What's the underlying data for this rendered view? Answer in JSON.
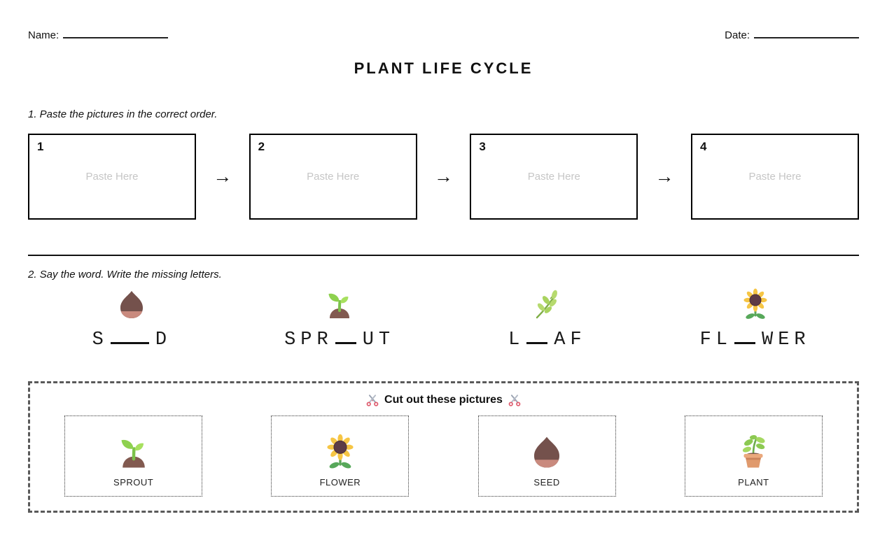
{
  "header": {
    "name_label": "Name:",
    "date_label": "Date:"
  },
  "title": "PLANT LIFE CYCLE",
  "section1": {
    "instruction": "1. Paste the pictures in the correct order.",
    "arrow": "→",
    "boxes": [
      {
        "number": "1",
        "placeholder": "Paste Here"
      },
      {
        "number": "2",
        "placeholder": "Paste Here"
      },
      {
        "number": "3",
        "placeholder": "Paste Here"
      },
      {
        "number": "4",
        "placeholder": "Paste Here"
      }
    ]
  },
  "section2": {
    "instruction": "2. Say the word. Write the missing letters.",
    "words": [
      {
        "icon": "seed-icon",
        "pre": "S",
        "missing_count": 2,
        "post": "D"
      },
      {
        "icon": "sprout-icon",
        "pre": "SPR",
        "missing_count": 1,
        "post": "UT"
      },
      {
        "icon": "leaf-icon",
        "pre": "L",
        "missing_count": 1,
        "post": "AF"
      },
      {
        "icon": "flower-icon",
        "pre": "FL",
        "missing_count": 1,
        "post": "WER"
      }
    ]
  },
  "cutout": {
    "heading": "Cut out these pictures",
    "scissors_icon": "scissors-icon",
    "cards": [
      {
        "icon": "sprout-icon",
        "label": "SPROUT"
      },
      {
        "icon": "flower-icon",
        "label": "FLOWER"
      },
      {
        "icon": "seed-icon",
        "label": "SEED"
      },
      {
        "icon": "plant-icon",
        "label": "PLANT"
      }
    ]
  },
  "colors": {
    "ink": "#111111",
    "placeholder_text": "#c6c6c6",
    "dashed_border": "#5a5a5a",
    "seed_brown": "#6e4c47",
    "seed_salmon": "#c98a7e",
    "leaf_green": "#8ed14f",
    "petal_yellow": "#f6c544",
    "pot_terracotta": "#e09a6d",
    "scissors_red": "#e05d6f"
  }
}
